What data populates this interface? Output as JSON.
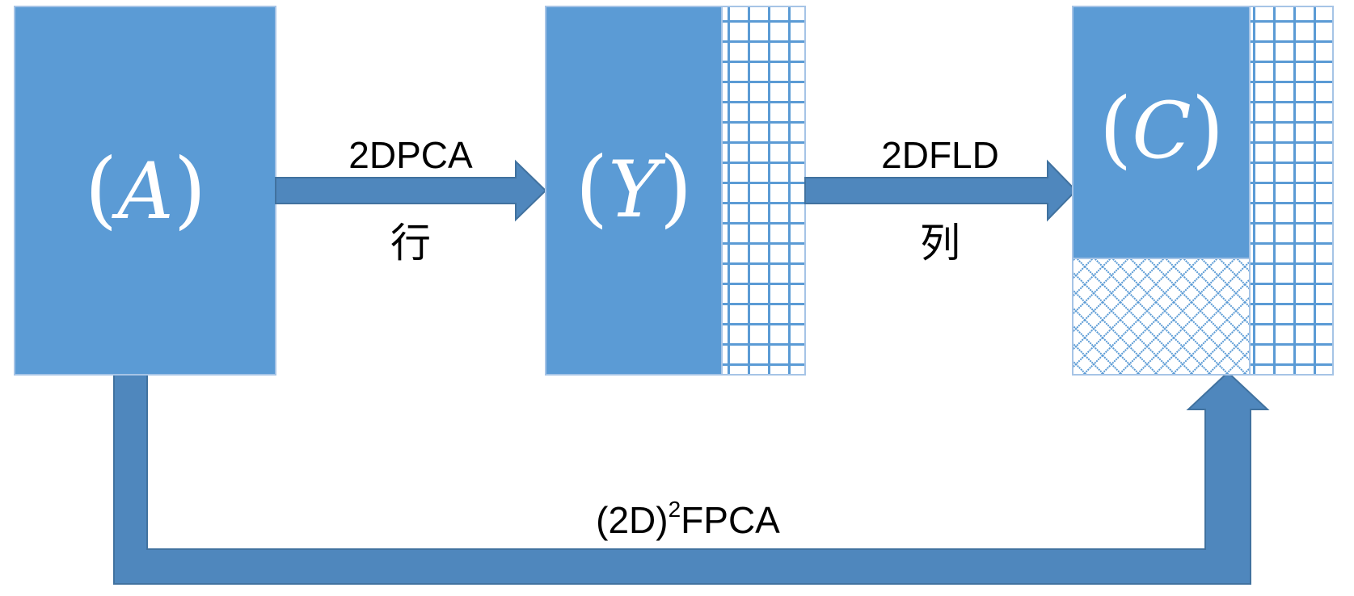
{
  "colors": {
    "block_fill": "#5B9BD5",
    "block_border": "#A6C4E6",
    "arrow_fill": "#4F87BD",
    "arrow_border": "#41729F",
    "grid_line": "#5B9BD5",
    "background": "#FFFFFF"
  },
  "blocks": {
    "a": {
      "label": "(A)",
      "left_paren": "(",
      "symbol": "A",
      "right_paren": ")"
    },
    "y": {
      "label": "(Y)",
      "left_paren": "(",
      "symbol": "Y",
      "right_paren": ")"
    },
    "c": {
      "label": "(C)",
      "left_paren": "(",
      "symbol": "C",
      "right_paren": ")"
    }
  },
  "arrows": {
    "row": {
      "method": "2DPCA",
      "direction": "行"
    },
    "column": {
      "method": "2DFLD",
      "direction": "列"
    },
    "bypass": {
      "method_prefix": "(2D)",
      "method_superscript": "2",
      "method_suffix": "FPCA"
    }
  }
}
